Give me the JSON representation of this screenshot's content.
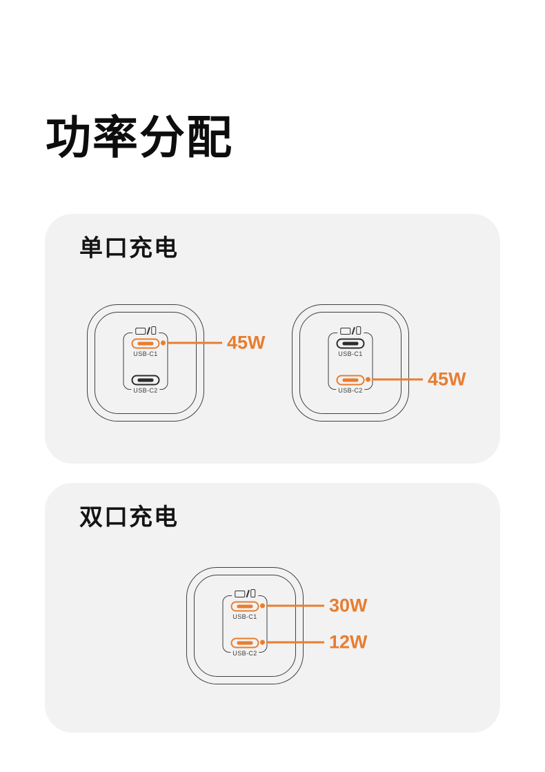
{
  "page": {
    "title": "功率分配"
  },
  "theme": {
    "accent_orange": "#e87d2f",
    "card_background": "#f2f2f3",
    "outline_gray": "#3f3f3f",
    "port_dark": "#2c2c2c",
    "text_black": "#0d0d0d"
  },
  "sections": [
    {
      "id": "single-port",
      "heading": "单口充电",
      "chargers": [
        {
          "device_icon": "laptop-phone-icon",
          "ports": [
            {
              "label": "USB-C1",
              "state": "active",
              "power": "45W"
            },
            {
              "label": "USB-C2",
              "state": "inactive",
              "power": ""
            }
          ]
        },
        {
          "device_icon": "laptop-phone-icon",
          "ports": [
            {
              "label": "USB-C1",
              "state": "inactive",
              "power": ""
            },
            {
              "label": "USB-C2",
              "state": "active",
              "power": "45W"
            }
          ]
        }
      ]
    },
    {
      "id": "dual-port",
      "heading": "双口充电",
      "chargers": [
        {
          "device_icon": "laptop-phone-icon",
          "ports": [
            {
              "label": "USB-C1",
              "state": "active",
              "power": "30W"
            },
            {
              "label": "USB-C2",
              "state": "active",
              "power": "12W"
            }
          ]
        }
      ]
    }
  ]
}
